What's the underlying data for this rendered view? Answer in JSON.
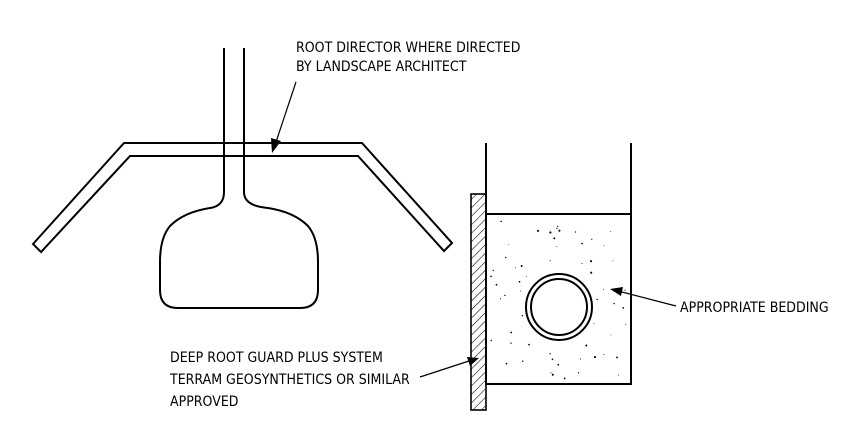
{
  "labels": {
    "root_director": [
      "ROOT DIRECTOR WHERE DIRECTED",
      "BY LANDSCAPE ARCHITECT"
    ],
    "appropriate_bedding": "APPROPRIATE BEDDING",
    "deep_root_guard": [
      "DEEP ROOT GUARD PLUS SYSTEM",
      "TERRAM GEOSYNTHETICS OR SIMILAR",
      "APPROVED"
    ]
  },
  "colors": {
    "line": "#000000",
    "background": "#ffffff"
  }
}
